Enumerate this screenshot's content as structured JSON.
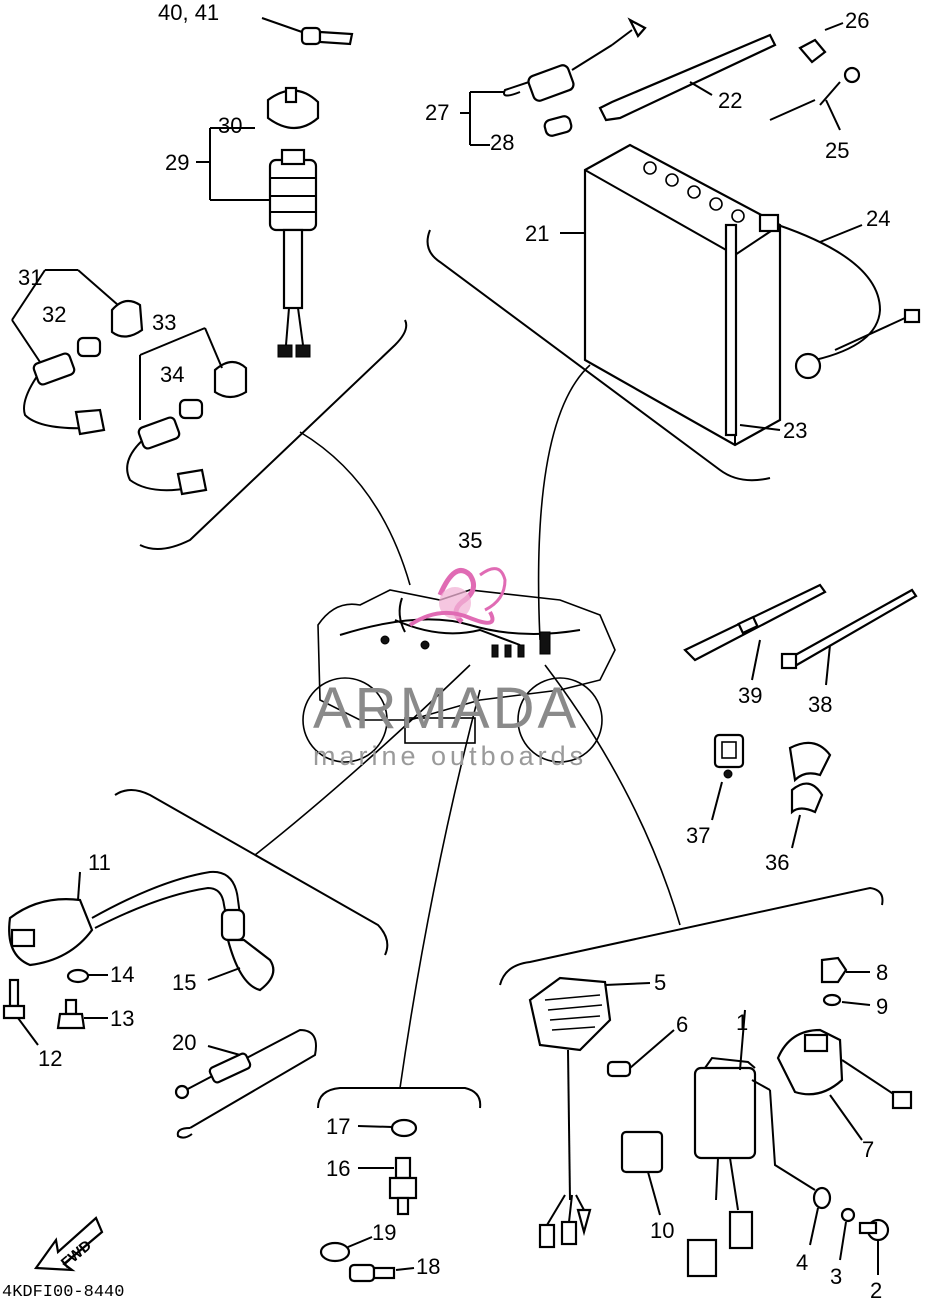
{
  "watermark": {
    "brand": "ARMADA",
    "tagline": "marine outboards",
    "logo_color": "#e06bb4"
  },
  "diagram_code": "4KDFI00-8440",
  "direction_label": "FWD",
  "callouts": {
    "p1": "1",
    "p2": "2",
    "p3": "3",
    "p4": "4",
    "p5": "5",
    "p6": "6",
    "p7": "7",
    "p8": "8",
    "p9": "9",
    "p10": "10",
    "p11": "11",
    "p12": "12",
    "p13": "13",
    "p14": "14",
    "p15": "15",
    "p16": "16",
    "p17": "17",
    "p18": "18",
    "p19": "19",
    "p20": "20",
    "p21": "21",
    "p22": "22",
    "p23": "23",
    "p24": "24",
    "p25": "25",
    "p26": "26",
    "p27": "27",
    "p28": "28",
    "p29": "29",
    "p30": "30",
    "p31": "31",
    "p32": "32",
    "p33": "33",
    "p34": "34",
    "p35": "35",
    "p36": "36",
    "p37": "37",
    "p38": "38",
    "p39": "39",
    "p40_41": "40, 41"
  }
}
